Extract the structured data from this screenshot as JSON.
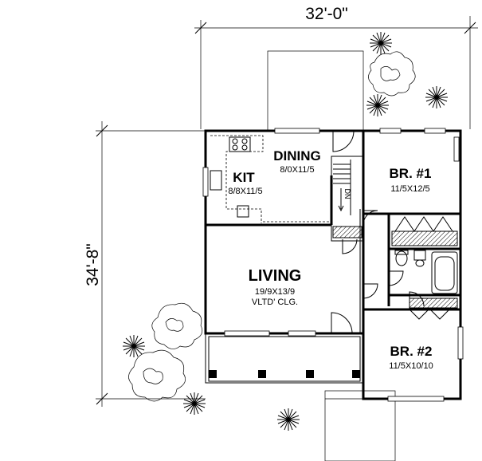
{
  "overall_width": "32'-0\"",
  "overall_depth": "34'-8\"",
  "rooms": {
    "dining": {
      "name": "DINING",
      "dims": "8/0X11/5"
    },
    "kit": {
      "name": "KIT",
      "dims": "8/8X11/5"
    },
    "br1": {
      "name": "BR. #1",
      "dims": "11/5X12/5"
    },
    "living": {
      "name": "LIVING",
      "dims": "19/9X13/9",
      "note": "VLTD' CLG."
    },
    "br2": {
      "name": "BR. #2",
      "dims": "11/5X10/10"
    }
  },
  "stair_label": "DN",
  "icons": [
    "tree-icon",
    "shrub-icon",
    "stove-icon",
    "sink-icon",
    "toilet-icon",
    "bathtub-icon",
    "door-swing-icon"
  ]
}
